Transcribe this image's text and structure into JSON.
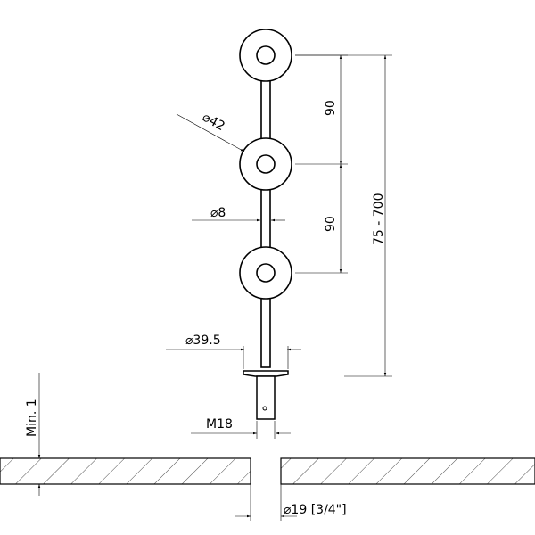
{
  "drawing": {
    "dimensions": {
      "ring_diameter": "⌀42",
      "spacing_upper": "90",
      "spacing_lower": "90",
      "overall_length": "75 - 700",
      "rod_diameter": "⌀8",
      "base_diameter": "⌀39.5",
      "thread": "M18",
      "min_clearance": "Min. 1",
      "hole_diameter": "⌀19 [3/4\"]"
    }
  }
}
